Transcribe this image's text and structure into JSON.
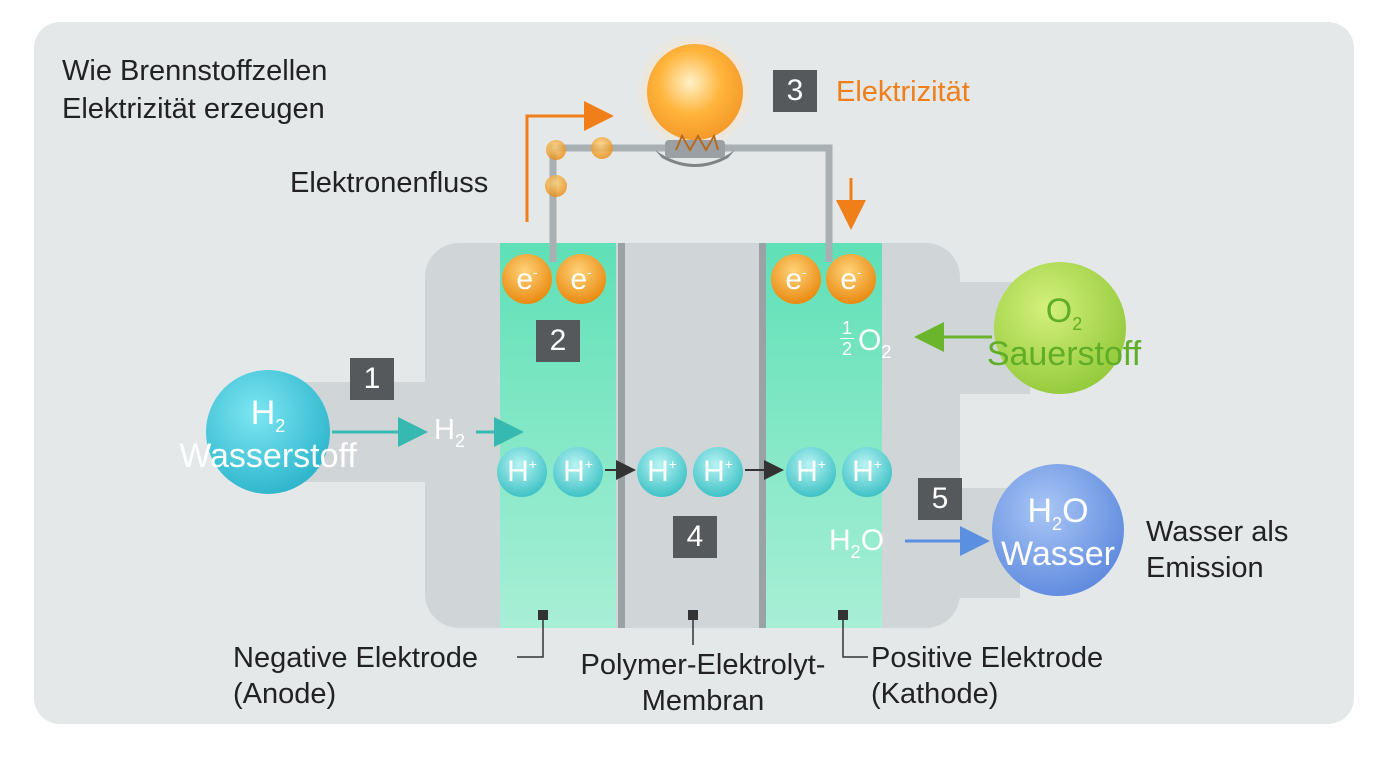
{
  "title": [
    "Wie Brennstoffzellen",
    "Elektrizität erzeugen"
  ],
  "electron_flow_label": "Elektronenfluss",
  "electricity": {
    "number": "3",
    "label": "Elektrizität"
  },
  "steps": {
    "one": "1",
    "two": "2",
    "four": "4",
    "five": "5"
  },
  "hydrogen": {
    "formula": "H",
    "subscript": "2",
    "name": "Wasserstoff"
  },
  "h2_inlet": {
    "formula": "H",
    "subscript": "2"
  },
  "oxygen": {
    "formula": "O",
    "subscript": "2",
    "name": "Sauerstoff"
  },
  "half_o2": {
    "numerator": "1",
    "denominator": "2",
    "formula": "O",
    "subscript": "2"
  },
  "electron": {
    "symbol": "e",
    "charge": "-"
  },
  "proton": {
    "symbol": "H",
    "charge": "+"
  },
  "water_cell": {
    "formula_pre": "H",
    "subscript": "2",
    "formula_post": "O"
  },
  "water": {
    "formula_pre": "H",
    "subscript": "2",
    "formula_post": "O",
    "name": "Wasser"
  },
  "water_emission": [
    "Wasser als",
    "Emission"
  ],
  "labels": {
    "anode": [
      "Negative Elektrode",
      "(Anode)"
    ],
    "membrane": [
      "Polymer-Elektrolyt-",
      "Membran"
    ],
    "cathode": [
      "Positive Elektrode",
      "(Kathode)"
    ]
  },
  "colors": {
    "panel": "#e4e8e9",
    "cell": "#d0d6d8",
    "electrode": "#5fdcb0",
    "accent_orange": "#f07f1a",
    "hydrogen": "#3cc6d8",
    "oxygen": "#a6d94a",
    "water": "#6e9be6",
    "badge": "#55595b",
    "wire": "#a8b0b3"
  }
}
